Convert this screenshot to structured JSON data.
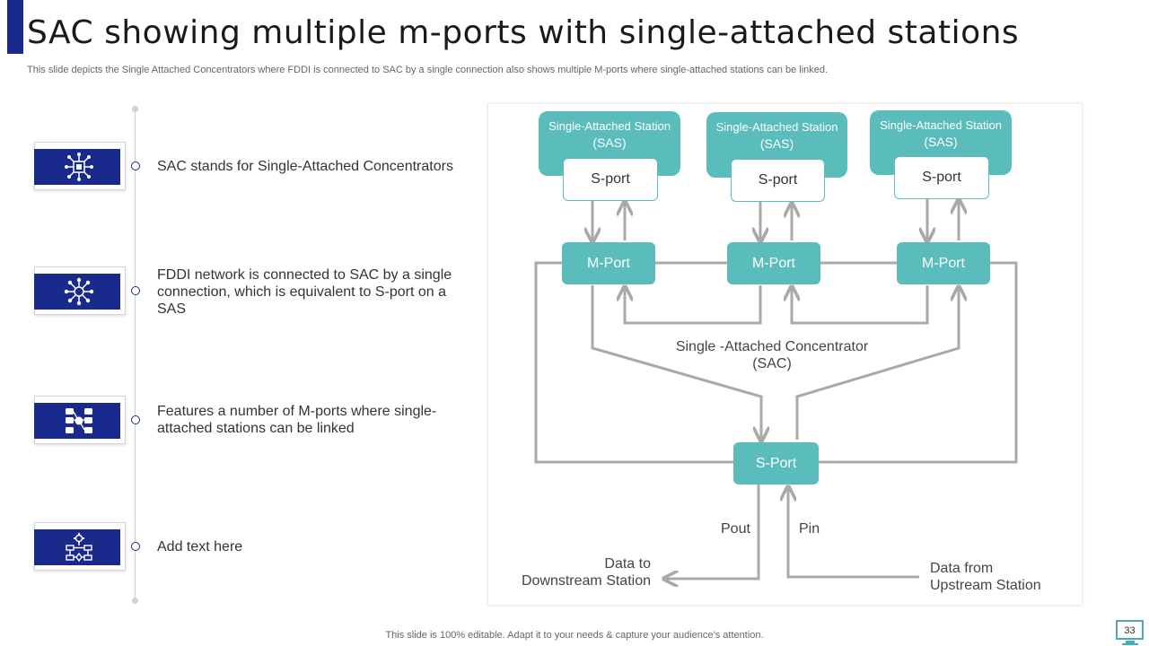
{
  "header": {
    "title": "SAC showing multiple m-ports with single-attached stations",
    "subtitle": "This slide depicts the Single Attached Concentrators where FDDI is connected to SAC by a single connection also shows multiple M-ports where single-attached stations can be linked."
  },
  "timeline": {
    "items": [
      {
        "icon": "chip-network-icon",
        "text": "SAC stands for Single-Attached Concentrators"
      },
      {
        "icon": "network-hub-icon",
        "text": "FDDI network is connected to SAC by a single connection, which is equivalent to S-port on a SAS"
      },
      {
        "icon": "connected-devices-icon",
        "text": "Features a number of M-ports where single-attached stations can be linked"
      },
      {
        "icon": "gear-flowchart-icon",
        "text": "Add text here"
      }
    ]
  },
  "diagram": {
    "stations": [
      {
        "line1": "Single-Attached Station",
        "line2": "(SAS)",
        "sport": "S-port"
      },
      {
        "line1": "Single-Attached Station",
        "line2": "(SAS)",
        "sport": "S-port"
      },
      {
        "line1": "Single-Attached Station",
        "line2": "(SAS)",
        "sport": "S-port"
      }
    ],
    "mports": [
      "M-Port",
      "M-Port",
      "M-Port"
    ],
    "concentrator_line1": "Single -Attached Concentrator",
    "concentrator_line2": "(SAC)",
    "sport_main": "S-Port",
    "pout": "Pout",
    "pin": "Pin",
    "downstream_line1": "Data to",
    "downstream_line2": "Downstream Station",
    "upstream_line1": "Data from",
    "upstream_line2": "Upstream Station",
    "colors": {
      "teal": "#5bbcbc",
      "line": "#a9a9a9",
      "navy": "#1a2a8c"
    }
  },
  "footer": {
    "text": "This slide is 100% editable. Adapt it to your needs & capture your audience’s attention.",
    "page_number": "33"
  }
}
